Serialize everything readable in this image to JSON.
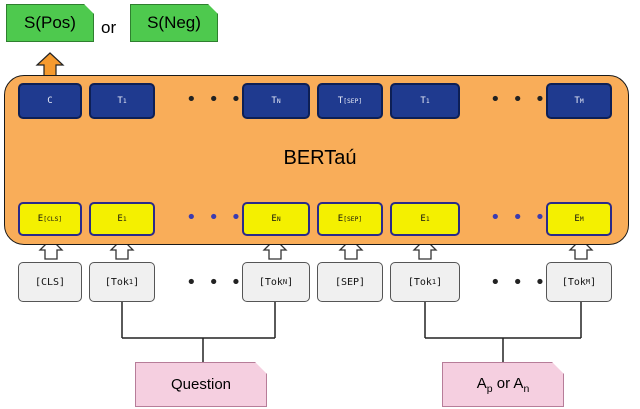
{
  "outputs": {
    "pos": "S(Pos)",
    "or": "or",
    "neg": "S(Neg)"
  },
  "model": {
    "name": "BERTaú"
  },
  "t_row": [
    {
      "main": "C",
      "sub": ""
    },
    {
      "main": "T",
      "sub": "1"
    },
    {
      "main": "T",
      "sub": "N"
    },
    {
      "main": "T",
      "sub": "[SEP]"
    },
    {
      "main": "T",
      "sub": "1"
    },
    {
      "main": "T",
      "sub": "M"
    }
  ],
  "e_row": [
    {
      "main": "E",
      "sub": "[CLS]"
    },
    {
      "main": "E",
      "sub": "1"
    },
    {
      "main": "E",
      "sub": "N"
    },
    {
      "main": "E",
      "sub": "[SEP]"
    },
    {
      "main": "E",
      "sub": "1"
    },
    {
      "main": "E",
      "sub": "M"
    }
  ],
  "tokens": [
    {
      "main": "[CLS]",
      "sub": ""
    },
    {
      "main": "[Tok",
      "sub": "1",
      "close": "]"
    },
    {
      "main": "[Tok",
      "sub": "N",
      "close": "]"
    },
    {
      "main": "[SEP]",
      "sub": ""
    },
    {
      "main": "[Tok",
      "sub": "1",
      "close": "]"
    },
    {
      "main": "[Tok",
      "sub": "M",
      "close": "]"
    }
  ],
  "ellipsis": "• • •",
  "inputs": {
    "question": "Question",
    "answer": {
      "a": "A",
      "p": "p",
      "or": "or",
      "n": "n"
    }
  },
  "colors": {
    "output_green": "#4ec94e",
    "bert_orange": "#f9ad59",
    "t_blue": "#1f3a8f",
    "e_yellow": "#f4f000",
    "token_gray": "#f0f0f0",
    "input_pink": "#f5cfe0"
  }
}
